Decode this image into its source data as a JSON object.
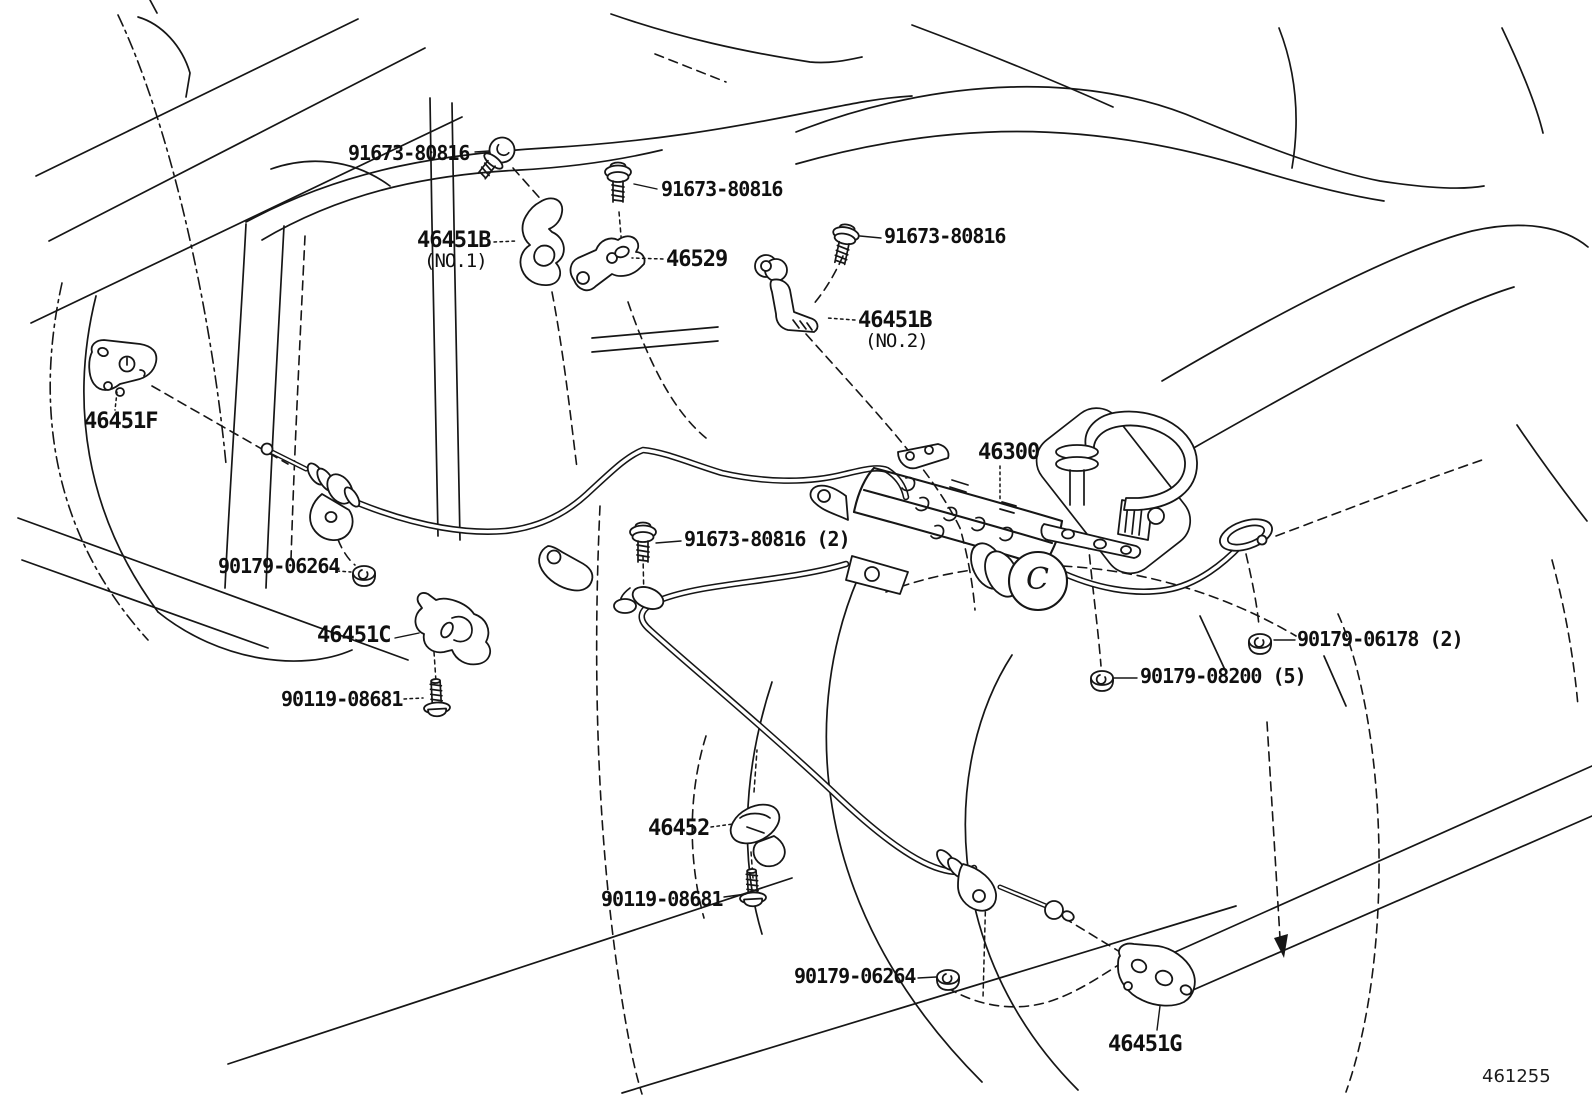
{
  "diagram": {
    "type": "parts-diagram",
    "subject": "parking brake cable and actuator",
    "figure_code": "461255",
    "motor_marking": "C",
    "part_labels": [
      {
        "id": "bolt-upper-left",
        "text": "91673-80816"
      },
      {
        "id": "bolt-upper-middle",
        "text": "91673-80816"
      },
      {
        "id": "bracket-46451b-no1",
        "text": "46451B",
        "sub": "(NO.1)"
      },
      {
        "id": "bracket-46529",
        "text": "46529"
      },
      {
        "id": "bolt-upper-right",
        "text": "91673-80816"
      },
      {
        "id": "bracket-46451b-no2",
        "text": "46451B",
        "sub": "(NO.2)"
      },
      {
        "id": "bracket-46451f",
        "text": "46451F"
      },
      {
        "id": "actuator-46300",
        "text": "46300"
      },
      {
        "id": "nut-front",
        "text": "90179-06264"
      },
      {
        "id": "bolt-center",
        "text": "91673-80816 (2)"
      },
      {
        "id": "clamp-46451c",
        "text": "46451C"
      },
      {
        "id": "bolt-front-lower",
        "text": "90119-08681"
      },
      {
        "id": "nut-right",
        "text": "90179-06178 (2)"
      },
      {
        "id": "nut-center",
        "text": "90179-08200 (5)"
      },
      {
        "id": "clamp-46452",
        "text": "46452"
      },
      {
        "id": "bolt-rear-lower",
        "text": "90119-08681"
      },
      {
        "id": "nut-rear",
        "text": "90179-06264"
      },
      {
        "id": "bracket-46451g",
        "text": "46451G"
      }
    ]
  }
}
